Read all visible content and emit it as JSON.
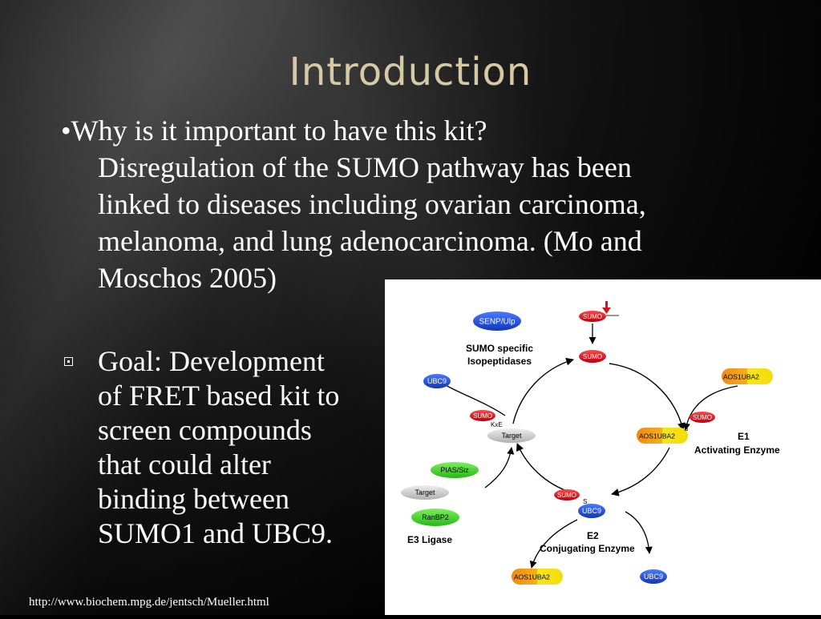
{
  "slide": {
    "title": "Introduction",
    "bullet1": {
      "marker": "•",
      "question": "Why is it important to have this kit?",
      "lines": [
        "Disregulation of the SUMO pathway has been",
        "linked to diseases including ovarian carcinoma,",
        "melanoma, and lung adenocarcinoma. (Mo and",
        "Moschos 2005)"
      ]
    },
    "bullet2": {
      "lines": [
        "Goal: Development",
        "of FRET based kit to",
        "screen compounds",
        "that could alter",
        "binding between",
        "SUMO1 and UBC9."
      ]
    },
    "footer": "http://www.biochem.mpg.de/jentsch/Mueller.html"
  },
  "diagram": {
    "colors": {
      "sumo": "#d7141e",
      "blue": "#1f4fd8",
      "green": "#3fd52a",
      "grey": "#c8c8c8",
      "orange": "#f39a10",
      "yellow": "#f7e51a"
    },
    "labels": {
      "senp": "SENP/Ulp",
      "sumo_specific": "SUMO specific",
      "isopeptidases": "Isopeptidases",
      "sumo": "SUMO",
      "ubc9": "UBC9",
      "kxe": "KxE",
      "target": "Target",
      "pias": "PIAS/Siz",
      "ranbp2": "RanBP2",
      "e3": "E3 Ligase",
      "aos1": "AOS1",
      "uba2": "UBA2",
      "e1": "E1",
      "activating": "Activating Enzyme",
      "e2": "E2",
      "conjugating": "Conjugating Enzyme",
      "s": "S"
    }
  }
}
